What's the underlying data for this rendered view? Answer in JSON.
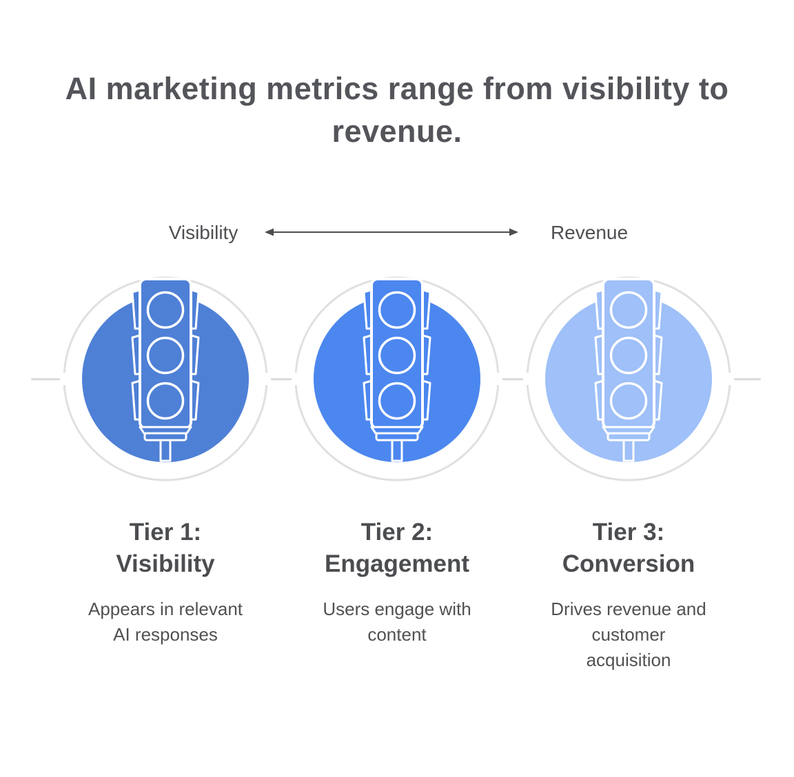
{
  "title": "AI marketing metrics range from visibility to\nrevenue.",
  "axis": {
    "left_label": "Visibility",
    "right_label": "Revenue"
  },
  "tiers": [
    {
      "heading": "Tier 1:\nVisibility",
      "description": "Appears in relevant\nAI responses",
      "color": "#4E80D6",
      "icon": "traffic-light-icon"
    },
    {
      "heading": "Tier 2:\nEngagement",
      "description": "Users engage with\ncontent",
      "color": "#4C87EF",
      "icon": "traffic-light-icon"
    },
    {
      "heading": "Tier 3:\nConversion",
      "description": "Drives revenue and\ncustomer\nacquisition",
      "color": "#9FC0F8",
      "icon": "traffic-light-icon"
    }
  ],
  "colors": {
    "tier1_blue": "#4E80D6",
    "tier2_blue": "#4C87EF",
    "tier3_blue": "#9FC0F8",
    "title_text": "#53555a",
    "heading_text": "#4b4d50",
    "body_text": "#515151",
    "icon_outline": "#ffffff",
    "ring_line": "#e0e0e0",
    "arrow": "#4d4d4d"
  }
}
